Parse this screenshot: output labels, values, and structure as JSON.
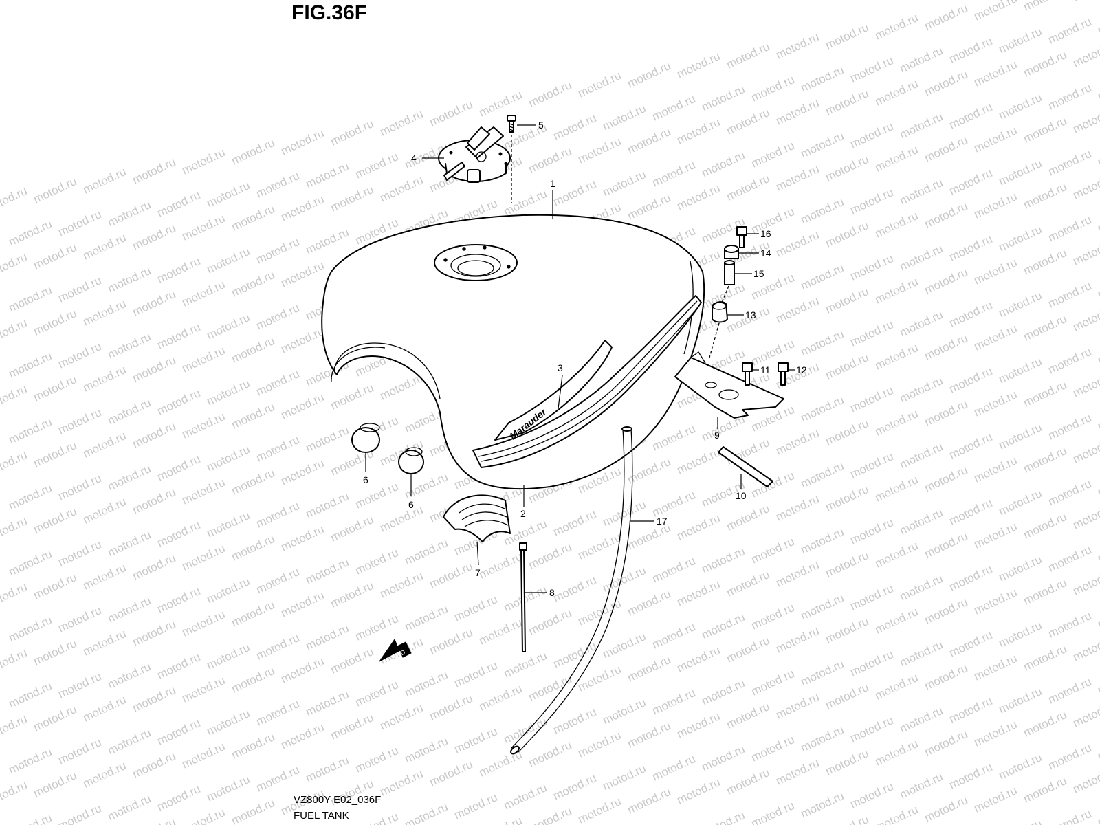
{
  "figure": {
    "title": "FIG.36F",
    "model_code": "VZ800Y E02_036F",
    "section_name": "FUEL TANK",
    "watermark_text": "motod.ru",
    "fwd_label": "FWD",
    "tank_emblem": "Marauder"
  },
  "callouts": [
    {
      "id": "1",
      "label": "1"
    },
    {
      "id": "2",
      "label": "2"
    },
    {
      "id": "3",
      "label": "3"
    },
    {
      "id": "4",
      "label": "4"
    },
    {
      "id": "5",
      "label": "5"
    },
    {
      "id": "6a",
      "label": "6"
    },
    {
      "id": "6b",
      "label": "6"
    },
    {
      "id": "7",
      "label": "7"
    },
    {
      "id": "8",
      "label": "8"
    },
    {
      "id": "9",
      "label": "9"
    },
    {
      "id": "10",
      "label": "10"
    },
    {
      "id": "11",
      "label": "11"
    },
    {
      "id": "12",
      "label": "12"
    },
    {
      "id": "13",
      "label": "13"
    },
    {
      "id": "14",
      "label": "14"
    },
    {
      "id": "15",
      "label": "15"
    },
    {
      "id": "16",
      "label": "16"
    },
    {
      "id": "17",
      "label": "17"
    }
  ]
}
